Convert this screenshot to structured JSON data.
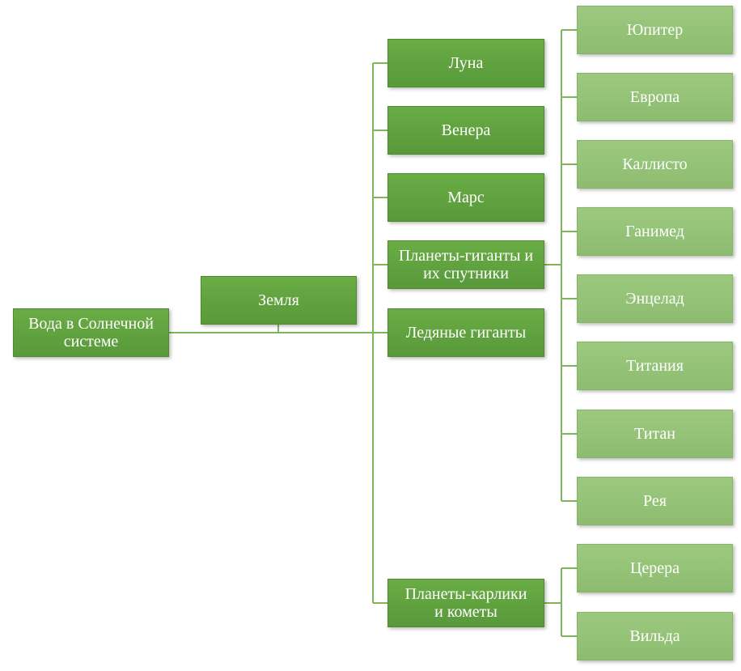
{
  "root": {
    "label": "Вода в Солнечной\nсистеме"
  },
  "level1": [
    {
      "label": "Земля"
    }
  ],
  "level2": [
    {
      "label": "Луна"
    },
    {
      "label": "Венера"
    },
    {
      "label": "Марс"
    },
    {
      "label": "Планеты-гиганты  и\nих спутники"
    },
    {
      "label": "Ледяные гиганты"
    },
    {
      "label": "Планеты-карлики\nи кометы"
    }
  ],
  "giant_moons": [
    {
      "label": "Юпитер"
    },
    {
      "label": "Европа"
    },
    {
      "label": "Каллисто"
    },
    {
      "label": "Ганимед"
    },
    {
      "label": "Энцелад"
    },
    {
      "label": "Титания"
    },
    {
      "label": "Титан"
    },
    {
      "label": "Рея"
    }
  ],
  "dwarfs": [
    {
      "label": "Церера"
    },
    {
      "label": "Вильда"
    }
  ],
  "colors": {
    "dark_box": "#62a53f",
    "light_box": "#96c47a",
    "connector": "#7cb85a"
  }
}
